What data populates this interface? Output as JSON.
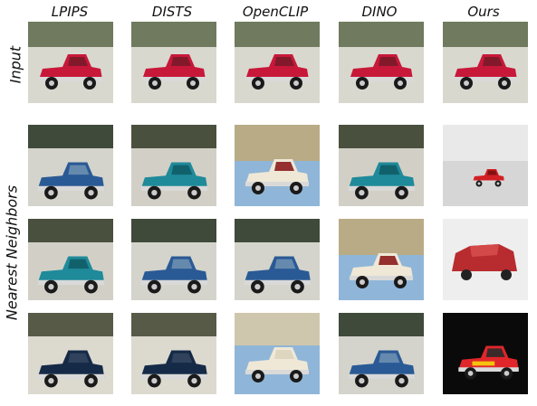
{
  "columns": [
    "LPIPS",
    "DISTS",
    "OpenCLIP",
    "DINO",
    "Ours"
  ],
  "row_labels": {
    "input": "Input",
    "neighbors": "Nearest Neighbors"
  },
  "grid": [
    [
      "red-pickup-input",
      "red-pickup-input",
      "red-pickup-input",
      "red-pickup-input",
      "red-pickup-input"
    ],
    [
      "blue-pickup",
      "teal-pickup",
      "cream-pickup-red-cab",
      "teal-pickup",
      "small-red-truck-light-bg"
    ],
    [
      "teal-pickup",
      "blue-pickup",
      "blue-pickup",
      "cream-pickup-red-cab",
      "red-paper-truck"
    ],
    [
      "dark-blue-pickup",
      "dark-blue-pickup",
      "cream-pickup",
      "blue-pickup",
      "red-truck-dark-bg"
    ]
  ],
  "colors": {
    "red": "#c8183a",
    "blue": "#2a5a95",
    "teal": "#1f8a9a",
    "dark_blue": "#152a47",
    "cream": "#efe8d6",
    "sky": "#8fb6d8",
    "beige": "#d7d2c3"
  }
}
